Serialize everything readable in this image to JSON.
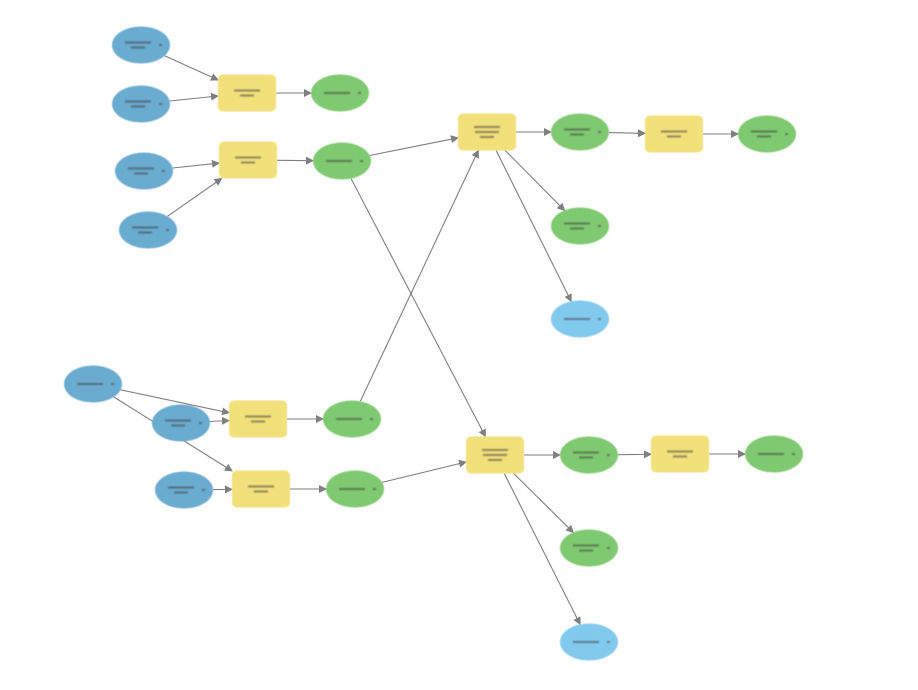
{
  "diagram": {
    "title": "",
    "colors": {
      "input": "#6aabd0",
      "tool": "#f2e07a",
      "derived": "#7fc96f",
      "output_variable": "#82c9ee",
      "edge": "#7f7f7f",
      "background": "#ffffff"
    },
    "legend": [],
    "node_kinds": [
      "input",
      "tool",
      "derived",
      "output_variable"
    ],
    "note": ""
  }
}
